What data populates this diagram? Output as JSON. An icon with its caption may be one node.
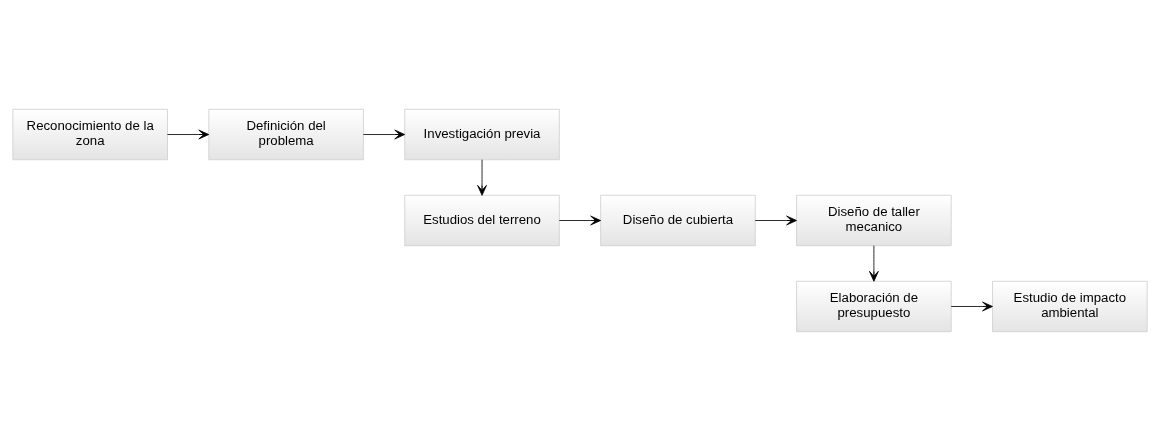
{
  "diagram": {
    "nodes": [
      {
        "text": [
          "Reconocimiento de la zona"
        ]
      },
      {
        "text": [
          "Definición del problema"
        ]
      },
      {
        "text": [
          "Investigación previa"
        ]
      },
      {
        "text": [
          "Estudios del terreno"
        ]
      },
      {
        "text": [
          "Diseño de cubierta"
        ]
      },
      {
        "text": [
          "Diseño de taller mecanico"
        ]
      },
      {
        "text": [
          "Elaboración de presupuesto"
        ]
      },
      {
        "text": [
          "Estudio de impacto ambiental"
        ]
      }
    ],
    "edges": [
      {
        "from": 0,
        "to": 1,
        "arrow": "to"
      },
      {
        "from": 1,
        "to": 2,
        "arrow": "to"
      },
      {
        "from": 2,
        "to": 3,
        "arrow": "to"
      },
      {
        "from": 3,
        "to": 4,
        "arrow": "to"
      },
      {
        "from": 4,
        "to": 5,
        "arrow": "to"
      },
      {
        "from": 5,
        "to": 6,
        "arrow": "to"
      },
      {
        "from": 6,
        "to": 7,
        "arrow": "to"
      }
    ]
  }
}
